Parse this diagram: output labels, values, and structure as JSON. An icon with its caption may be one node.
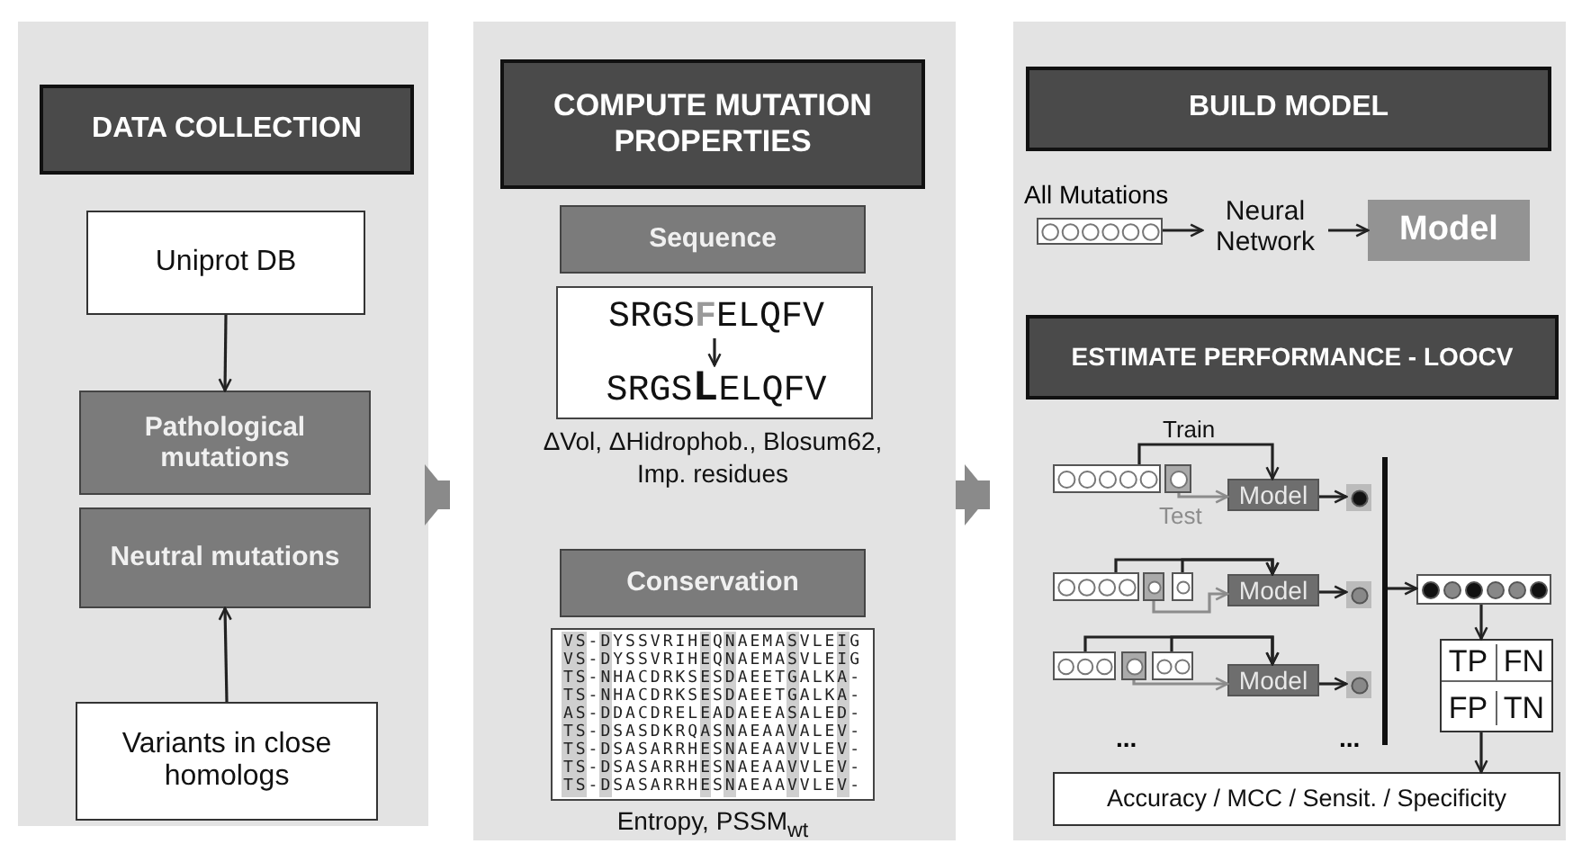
{
  "diagram": {
    "nodes": [
      {
        "text": [],
        "shape": "box"
      },
      {
        "text": [
          "DATA COLLECTION"
        ],
        "in": 0
      },
      {
        "text": [
          "Uniprot DB"
        ],
        "in": 0
      },
      {
        "text": [
          "Pathological mutations"
        ],
        "in": 0
      },
      {
        "text": [
          "Neutral mutations"
        ],
        "in": 0
      },
      {
        "text": [
          "Variants in close homologs"
        ],
        "in": 0
      },
      {
        "text": [],
        "shape": "box"
      },
      {
        "text": [
          "COMPUTE MUTATION PROPERTIES"
        ],
        "in": 6
      },
      {
        "text": [
          "Sequence"
        ],
        "in": 6
      },
      {
        "text": [],
        "shape": "box",
        "in": 6,
        "beside": [
          "ΔVol, ΔHidrophob., Blosum62, Imp. residues"
        ]
      },
      {
        "text": [
          "SRGS**F**ELQFV"
        ],
        "in": 9
      },
      {
        "text": [
          "SRGS**L**ELQFV"
        ],
        "in": 9
      },
      {
        "text": [
          "Conservation"
        ],
        "in": 6
      },
      {
        "text": [
          "VS-DYSSVRIHEQNAEMASVLEIG",
          "VS-DYSSVRIHEQNAEMASVLEIG",
          "TS-NHACDRKSESDAEETGALKA-",
          "TS-NHACDRKSESDAEETGALKA-",
          "AS-DDACDRELEADAEEASALED-",
          "TS-DSASDKRQASNAEAAVALEV-",
          "TS-DSASARRHESNAEAAVVLEV-",
          "TS-DSASARRHESNAEAAVVLEV-",
          "TS-DSASARRHESNAEAAVVLEV-"
        ],
        "in": 6,
        "beside": [
          "Entropy, PSSM$_{wt}$"
        ]
      },
      {
        "text": [],
        "shape": "box"
      },
      {
        "text": [
          "BUILD MODEL"
        ],
        "in": 14
      },
      {
        "text": [
          "All Mutations"
        ],
        "in": 14
      },
      {
        "text": [
          "Neural Network"
        ],
        "in": 14
      },
      {
        "text": [
          "Model"
        ],
        "in": 14
      },
      {
        "text": [
          "ESTIMATE PERFORMANCE - LOOCV"
        ],
        "in": 14
      },
      {
        "text": [],
        "shape": "box",
        "in": 14
      },
      {
        "text": [],
        "shape": "box",
        "in": 14
      },
      {
        "text": [
          "Model"
        ],
        "in": 14
      },
      {
        "text": [],
        "shape": "box",
        "in": 14
      },
      {
        "text": [],
        "shape": "box",
        "in": 14
      },
      {
        "text": [],
        "shape": "box",
        "in": 14
      },
      {
        "text": [],
        "shape": "box",
        "in": 14
      },
      {
        "text": [
          "Model"
        ],
        "in": 14
      },
      {
        "text": [],
        "shape": "box",
        "in": 14
      },
      {
        "text": [],
        "shape": "box",
        "in": 14
      },
      {
        "text": [],
        "shape": "box",
        "in": 14
      },
      {
        "text": [],
        "shape": "box",
        "in": 14
      },
      {
        "text": [
          "Model"
        ],
        "in": 14
      },
      {
        "text": [],
        "shape": "box",
        "in": 14
      },
      {
        "text": [],
        "shape": "bar",
        "in": 14
      },
      {
        "text": [],
        "shape": "box",
        "in": 14
      },
      {
        "text": [
          "TP",
          "FN",
          "FP",
          "TN"
        ],
        "in": 14
      },
      {
        "text": [
          "Accuracy / MCC / Sensit. / Specificity"
        ],
        "in": 14
      }
    ],
    "edges": [
      {
        "from": 0,
        "to": 6,
        "arrow": "to",
        "style": "thick",
        "color": "#8a8a8a"
      },
      {
        "from": 6,
        "to": 14,
        "arrow": "to",
        "style": "thick",
        "color": "#8a8a8a"
      },
      {
        "from": 2,
        "to": 3,
        "arrow": "to"
      },
      {
        "from": 5,
        "to": 4,
        "arrow": "to"
      },
      {
        "from": 10,
        "to": 11,
        "arrow": "to"
      },
      {
        "from": 16,
        "to": 17,
        "arrow": "to"
      },
      {
        "from": 17,
        "to": 18,
        "arrow": "to"
      },
      {
        "from": 20,
        "to": 22,
        "arrow": "to",
        "label": "Train"
      },
      {
        "from": 21,
        "to": 22,
        "arrow": "to",
        "label": "Test",
        "color": "#8c8c8c"
      },
      {
        "from": 22,
        "to": 23,
        "arrow": "to"
      },
      {
        "from": 24,
        "to": 27,
        "arrow": "to"
      },
      {
        "from": 26,
        "to": 27,
        "arrow": "to"
      },
      {
        "from": 25,
        "to": 27,
        "arrow": "to",
        "color": "#8c8c8c"
      },
      {
        "from": 27,
        "to": 28,
        "arrow": "to"
      },
      {
        "from": 29,
        "to": 32,
        "arrow": "to"
      },
      {
        "from": 31,
        "to": 32,
        "arrow": "to"
      },
      {
        "from": 30,
        "to": 32,
        "arrow": "to",
        "color": "#8c8c8c"
      },
      {
        "from": 32,
        "to": 33,
        "arrow": "to"
      },
      {
        "from": 34,
        "to": 35,
        "arrow": "to"
      },
      {
        "from": 35,
        "to": 36,
        "arrow": "to"
      },
      {
        "from": 36,
        "to": 37,
        "arrow": "to"
      }
    ],
    "labels": [
      "...",
      "..."
    ]
  }
}
